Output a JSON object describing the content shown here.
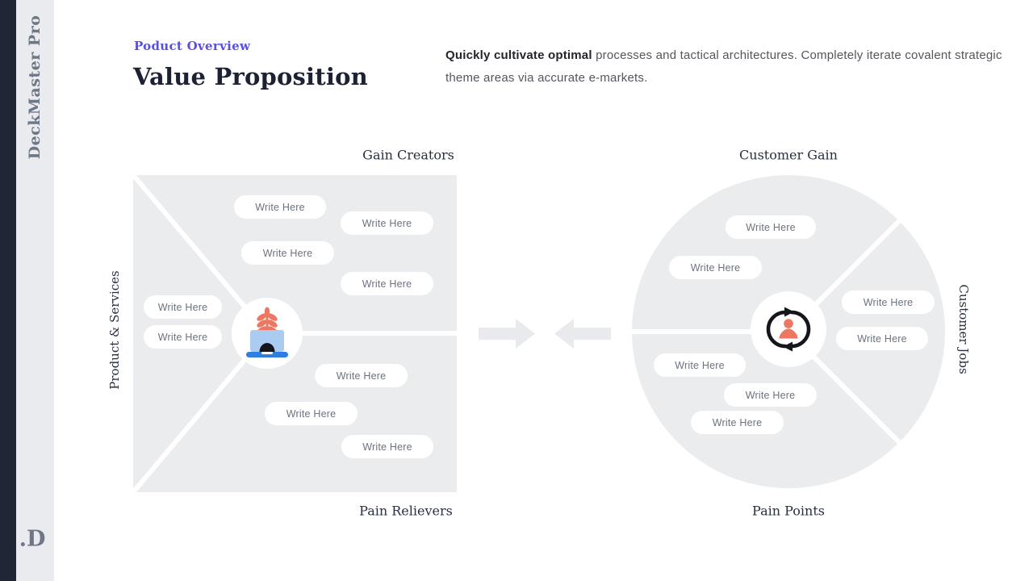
{
  "sidebar": {
    "brand": "DeckMaster Pro",
    "logo": ".D"
  },
  "header": {
    "eyebrow": "Poduct Overview",
    "title": "Value Proposition",
    "description_bold": "Quickly cultivate optimal",
    "description_rest": " processes and tactical  architectures.  Completely iterate covalent strategic theme areas via accurate  e-markets."
  },
  "value_map": {
    "labels": {
      "top": "Gain Creators",
      "bottom": "Pain Relievers",
      "left": "Product & Services"
    },
    "gain_creators_pills": [
      "Write Here",
      "Write Here",
      "Write Here",
      "Write Here"
    ],
    "products_pills": [
      "Write Here",
      "Write Here"
    ],
    "pain_relievers_pills": [
      "Write Here",
      "Write Here",
      "Write Here"
    ],
    "center_icon": "laptop-plant-icon"
  },
  "customer_profile": {
    "labels": {
      "top": "Customer Gain",
      "bottom": "Pain Points",
      "right": "Customer Jobs"
    },
    "customer_gain_pills": [
      "Write Here",
      "Write Here"
    ],
    "customer_jobs_pills": [
      "Write Here",
      "Write Here"
    ],
    "pain_points_pills": [
      "Write Here",
      "Write Here",
      "Write Here"
    ],
    "center_icon": "customer-cycle-icon"
  },
  "colors": {
    "accent_purple": "#5a50e0",
    "ink_navy": "#1c2231",
    "label_navy": "#273040",
    "body_gray": "#55555e",
    "pill_text_gray": "#6b7280",
    "sidebar_dark": "#1f2636",
    "sidebar_light": "#e9ebef",
    "sidebar_text": "#6e7786",
    "diagram_bg": "#ebecee",
    "arrow_gray": "#e8eaee",
    "coral": "#ed7862",
    "laptop_screen_blue": "#abccf1",
    "laptop_base_blue": "#2e7fe0",
    "icon_black": "#14161c"
  }
}
